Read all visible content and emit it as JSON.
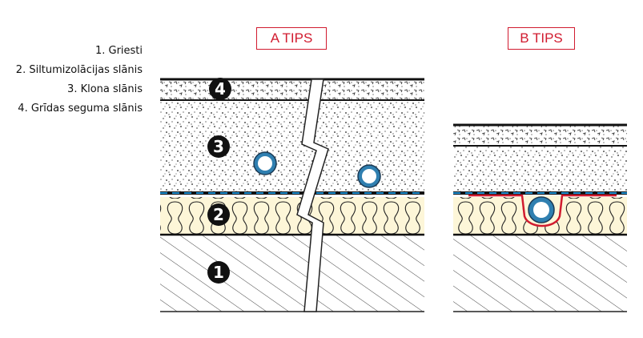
{
  "legend": {
    "items": [
      "1. Griesti",
      "2. Siltumizolācijas slānis",
      "3. Klona slānis",
      "4. Grīdas seguma slānis"
    ]
  },
  "types": {
    "a": "A TIPS",
    "b": "B TIPS"
  },
  "markers": [
    "1",
    "2",
    "3",
    "4"
  ],
  "colors": {
    "label_red": "#d11b2f",
    "insulation": "#fdf6d8",
    "pipe_blue": "#2f7fb0",
    "membrane_blue": "#1f8fd0"
  }
}
